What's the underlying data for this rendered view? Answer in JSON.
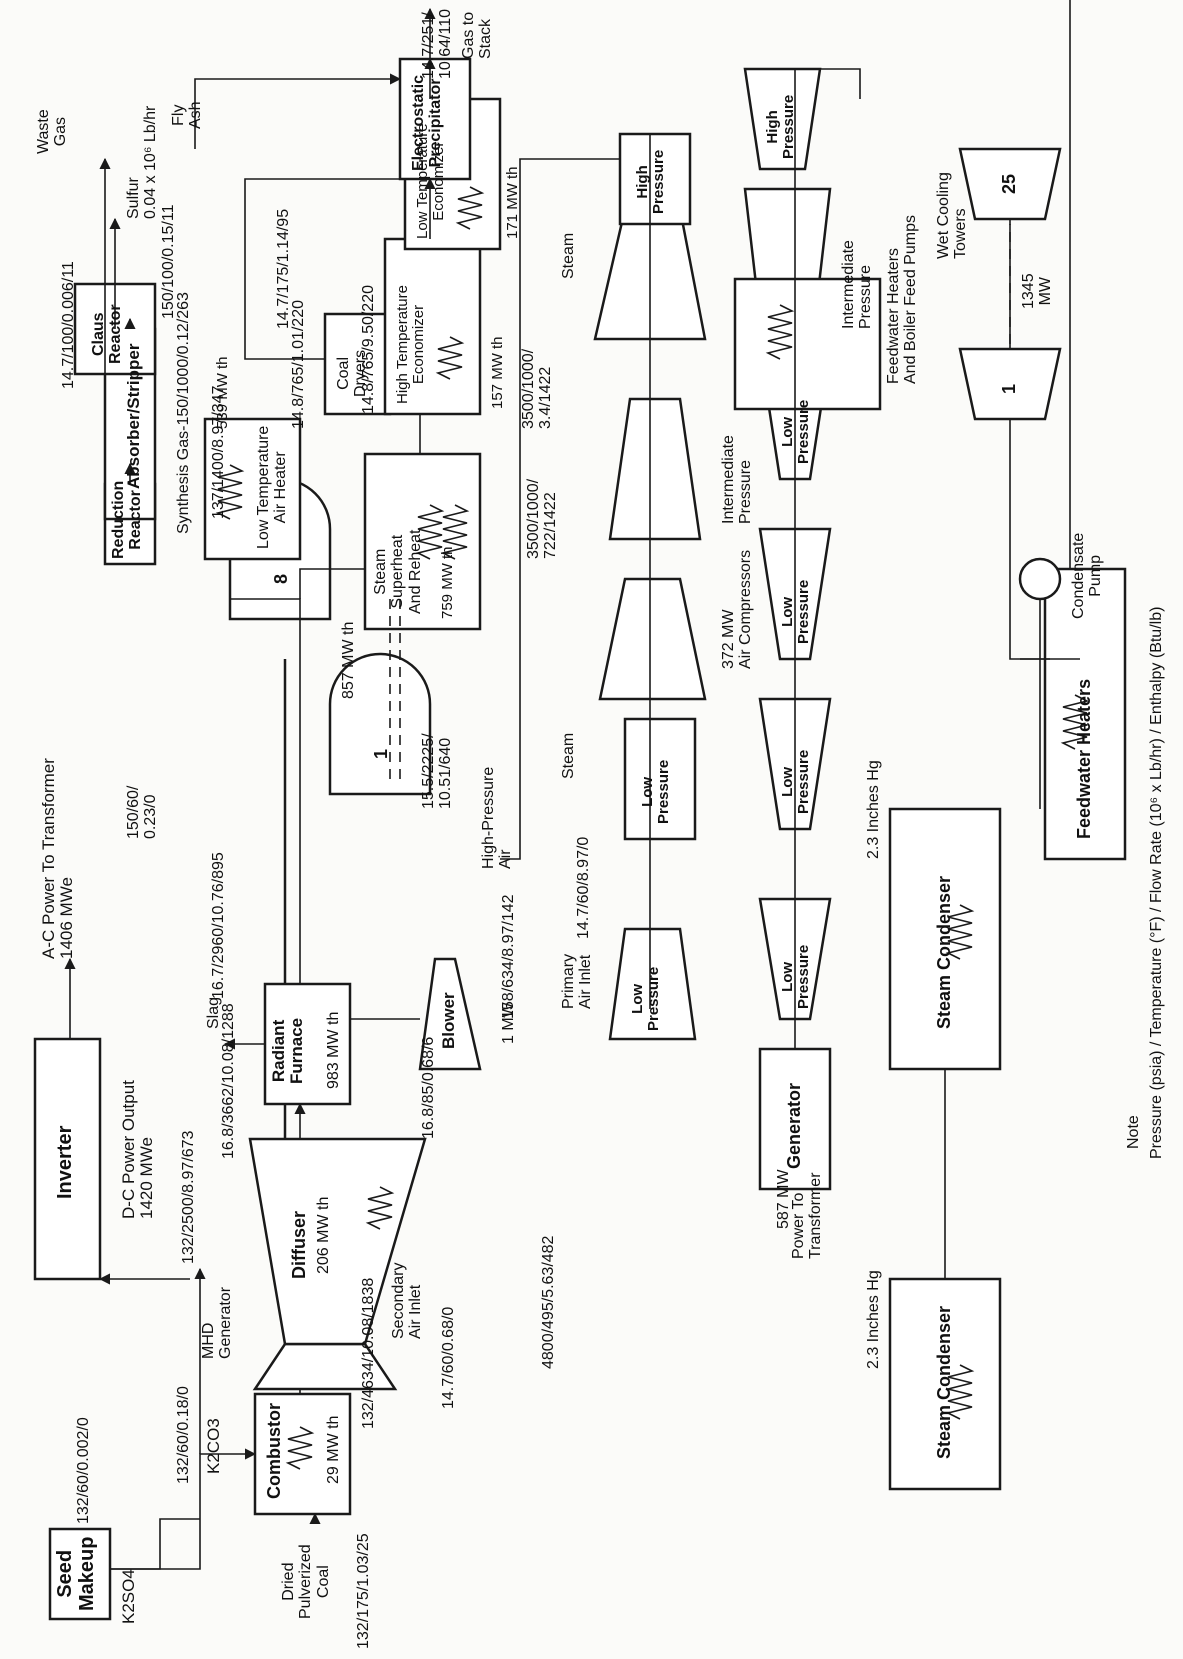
{
  "components": {
    "seed_makeup": "Seed\nMakeup",
    "combustor": "Combustor",
    "combustor_duty": "29 MW th",
    "mhd_generator": "MHD\nGenerator",
    "diffuser": "Diffuser",
    "diffuser_duty": "206 MW th",
    "radiant_furnace": "Radiant\nFurnace",
    "radiant_furnace_duty": "983 MW th",
    "blower": "Blower",
    "blower_power": "1 MW",
    "inverter": "Inverter",
    "reduction_reactor": "Reduction\nReactor",
    "absorber_stripper": "Absorber/Stripper",
    "claus_reactor": "Claus\nReactor",
    "low_temp_air_heater": "Low Temperature\nAir Heater",
    "low_temp_air_heater_duty": "539 MW th",
    "air_preheater_first": "1",
    "air_preheater_last": "8",
    "air_preheater_duty": "857 MW th",
    "steam_superheat": "Steam\nSuperheat\nAnd Reheat",
    "steam_superheat_duty": "759 MW th",
    "coal_dryers": "Coal\nDryers",
    "high_temp_economizer": "High Temperature\nEconomizer",
    "high_temp_economizer_duty": "157 MW th",
    "low_temp_economizer": "Low Temperature\nEconomizer",
    "low_temp_economizer_duty": "171 MW th",
    "electrostatic_precipitator": "Electrostatic\nPrecipitator",
    "generator": "Generator",
    "generator_power": "587 MW",
    "steam_condenser": "Steam Condenser",
    "feedwater_heaters": "Feedwater Heaters",
    "feedwater_heaters_bfp": "Feedwater Heaters\nAnd Boiler Feed Pumps",
    "condensate_pump": "Condensate\nPump",
    "wet_cooling_towers": "Wet Cooling\nTowers",
    "cooling_tower_first": "1",
    "cooling_tower_last": "25",
    "cooling_tower_power": "1345\nMW",
    "air_compressors": "372 MW\nAir Compressors",
    "low_pressure": "Low\nPressure",
    "high_pressure": "High\nPressure",
    "intermediate_pressure": "Intermediate\nPressure"
  },
  "labels": {
    "k2so4": "K2SO4",
    "k2co3": "K2CO3",
    "slag": "Slag",
    "fly_ash": "Fly\nAsh",
    "waste_gas": "Waste\nGas",
    "gas_to_stack": "Gas to\nStack",
    "sulfur": "Sulfur\n0.04 x 10⁶ Lb/hr",
    "synthesis_gas": "Synthesis Gas-150/1000/0.12/263",
    "ac_power": "A-C Power To Transformer\n1406 MWe",
    "dc_power": "D-C Power Output\n1420 MWe",
    "dried_coal": "Dried\nPulverized\nCoal",
    "secondary_air": "Secondary\nAir Inlet",
    "primary_air": "Primary\nAir Inlet",
    "high_pressure_air": "High-Pressure\nAir",
    "steam_1": "Steam",
    "steam_2": "Steam",
    "power_to_transformer": "Power To\nTransformer",
    "inches_hg_1": "2.3 Inches Hg",
    "inches_hg_2": "2.3 Inches Hg",
    "note_title": "Note",
    "note_text": "Pressure (psia) / Temperature (°F) / Flow Rate (10⁶ x Lb/hr) / Enthalpy (Btu/lb)"
  },
  "states": {
    "s1": "132/60/0.002/0",
    "s2": "132/60/0.18/0",
    "s3": "132/175/1.03/25",
    "s4": "132/4634/10.08/1838",
    "s5": "14.7/60/0.68/0",
    "s6": "132/2500/8.97/673",
    "s7": "4800/495/5.63/482",
    "s8": "16.8/3662/10.08/1288",
    "s9": "16.8/85/0.68/6",
    "s10": "16.7/2960/10.76/895",
    "s11": "150/60/\n0.23/0",
    "s12": "158/634/8.97/142",
    "s13": "14.7/60/8.97/0",
    "s14": "15.5/2225/\n10.51/640",
    "s15": "14.7/100/0.006/11",
    "s16": "150/100/0.15/11",
    "s17": "137/1400/8.97/347",
    "s18": "14.8/765/1.01/220",
    "s19": "14.7/175/1.14/95",
    "s20": "14.8/765/9.50/220",
    "s21": "14.7/251/\n10.64/110",
    "s22": "3500/1000/\n3.4/1422",
    "s23": "3500/1000/\n722/1422"
  }
}
